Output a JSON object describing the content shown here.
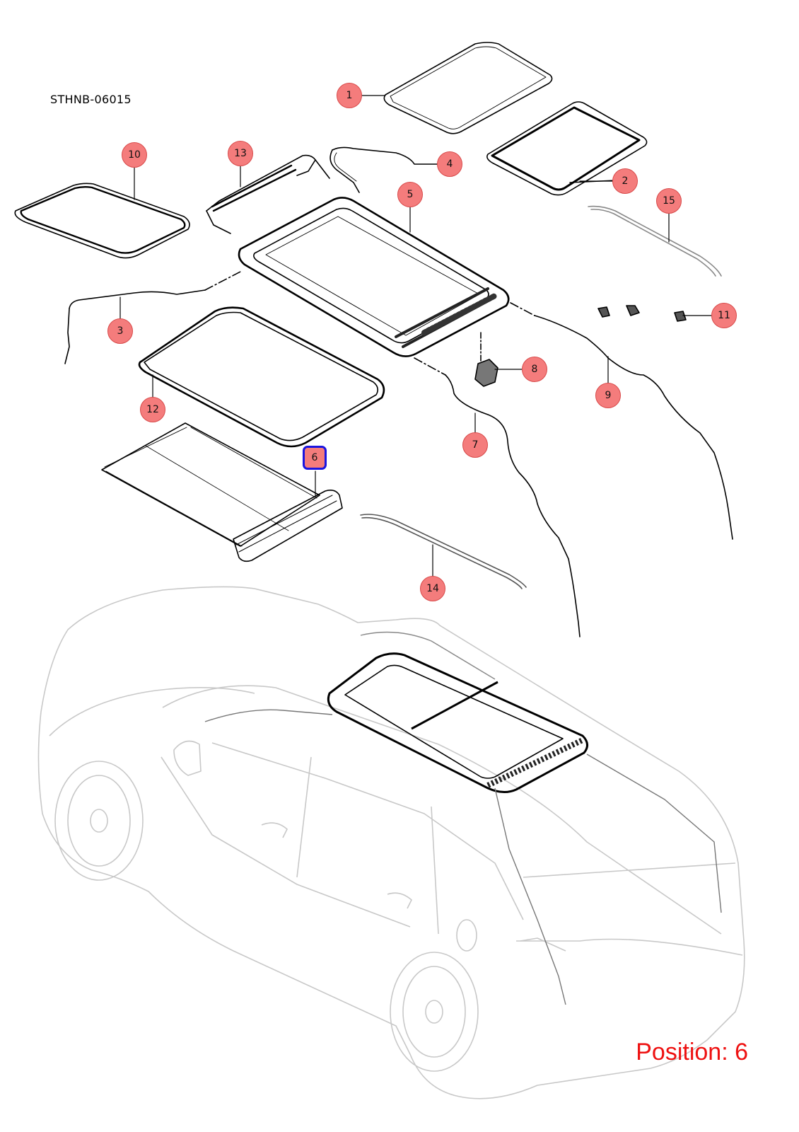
{
  "diagram": {
    "code": "STHNB-06015",
    "position_label": "Position: 6",
    "selected_callout": "6",
    "colors": {
      "callout_fill": "#f47c7c",
      "callout_border": "#d84a4a",
      "selection_border": "#1a14e0",
      "position_text": "#ee1111",
      "vehicle_outline": "#c8c8c8",
      "part_outline": "#000000"
    }
  },
  "callouts": [
    {
      "id": "1",
      "label": "1"
    },
    {
      "id": "2",
      "label": "2"
    },
    {
      "id": "3",
      "label": "3"
    },
    {
      "id": "4",
      "label": "4"
    },
    {
      "id": "5",
      "label": "5"
    },
    {
      "id": "6",
      "label": "6"
    },
    {
      "id": "7",
      "label": "7"
    },
    {
      "id": "8",
      "label": "8"
    },
    {
      "id": "9",
      "label": "9"
    },
    {
      "id": "10",
      "label": "10"
    },
    {
      "id": "11",
      "label": "11"
    },
    {
      "id": "12",
      "label": "12"
    },
    {
      "id": "13",
      "label": "13"
    },
    {
      "id": "14",
      "label": "14"
    },
    {
      "id": "15",
      "label": "15"
    }
  ]
}
